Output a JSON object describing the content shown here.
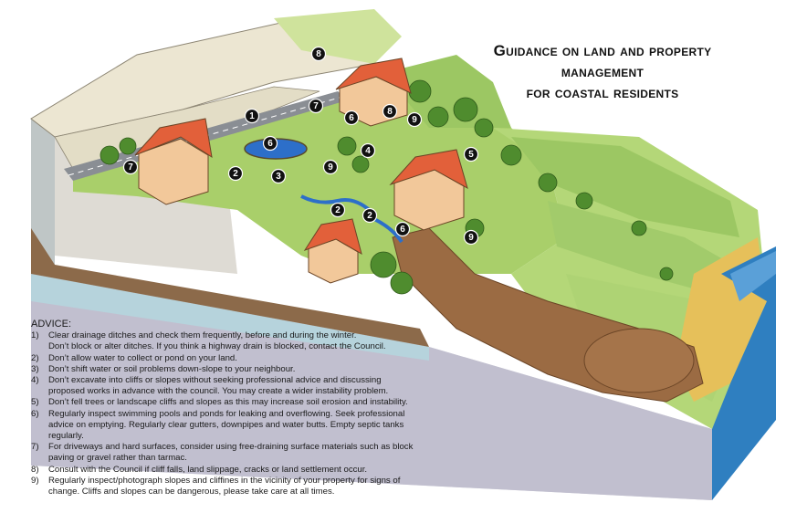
{
  "title": {
    "line1": "Guidance on land and property",
    "line2": "management",
    "line3": "for coastal residents"
  },
  "advice": {
    "heading": "ADVICE:",
    "items": [
      {
        "num": "1)",
        "text": "Clear drainage ditches and check them frequently, before and during the winter.",
        "text2": "Don’t block or alter ditches. If you think a highway drain is blocked, contact the Council."
      },
      {
        "num": "2)",
        "text": "Don’t allow water to collect or pond on your land."
      },
      {
        "num": "3)",
        "text": "Don’t shift water or soil problems down-slope to your neighbour."
      },
      {
        "num": "4)",
        "text": "Don’t excavate into cliffs or slopes without seeking professional advice and discussing proposed works in advance with the council. You may create a wider instability problem."
      },
      {
        "num": "5)",
        "text": "Don’t fell trees or landscape cliffs and slopes as this may increase soil erosion and instability."
      },
      {
        "num": "6)",
        "text": "Regularly inspect swimming pools and ponds for leaking and overflowing. Seek professional advice on emptying. Regularly clear gutters, downpipes and water butts. Empty septic tanks regularly."
      },
      {
        "num": "7)",
        "text": "For driveways and hard surfaces, consider using free-draining surface materials such as block paving or gravel rather than tarmac."
      },
      {
        "num": "8)",
        "text": "Consult with the Council if cliff falls, land slippage, cracks or land settlement occur."
      },
      {
        "num": "9)",
        "text": "Regularly inspect/photograph slopes and cliffines in the vicinity of your property for signs of change. Cliffs and slopes can be dangerous, please take care at all times."
      }
    ]
  },
  "markers": [
    "8",
    "7",
    "6",
    "1",
    "8",
    "9",
    "6",
    "2",
    "3",
    "7",
    "9",
    "4",
    "5",
    "2",
    "2",
    "6",
    "9"
  ],
  "colors": {
    "grass": "#a9cf6a",
    "grass_dark": "#7fb04a",
    "cliff": "#e9e3cf",
    "soil": "#9b6b43",
    "sea": "#2f7fc0",
    "sand": "#e6c05a",
    "roof": "#e2603a",
    "wall": "#f2c89a",
    "water": "#2d6fc9"
  }
}
